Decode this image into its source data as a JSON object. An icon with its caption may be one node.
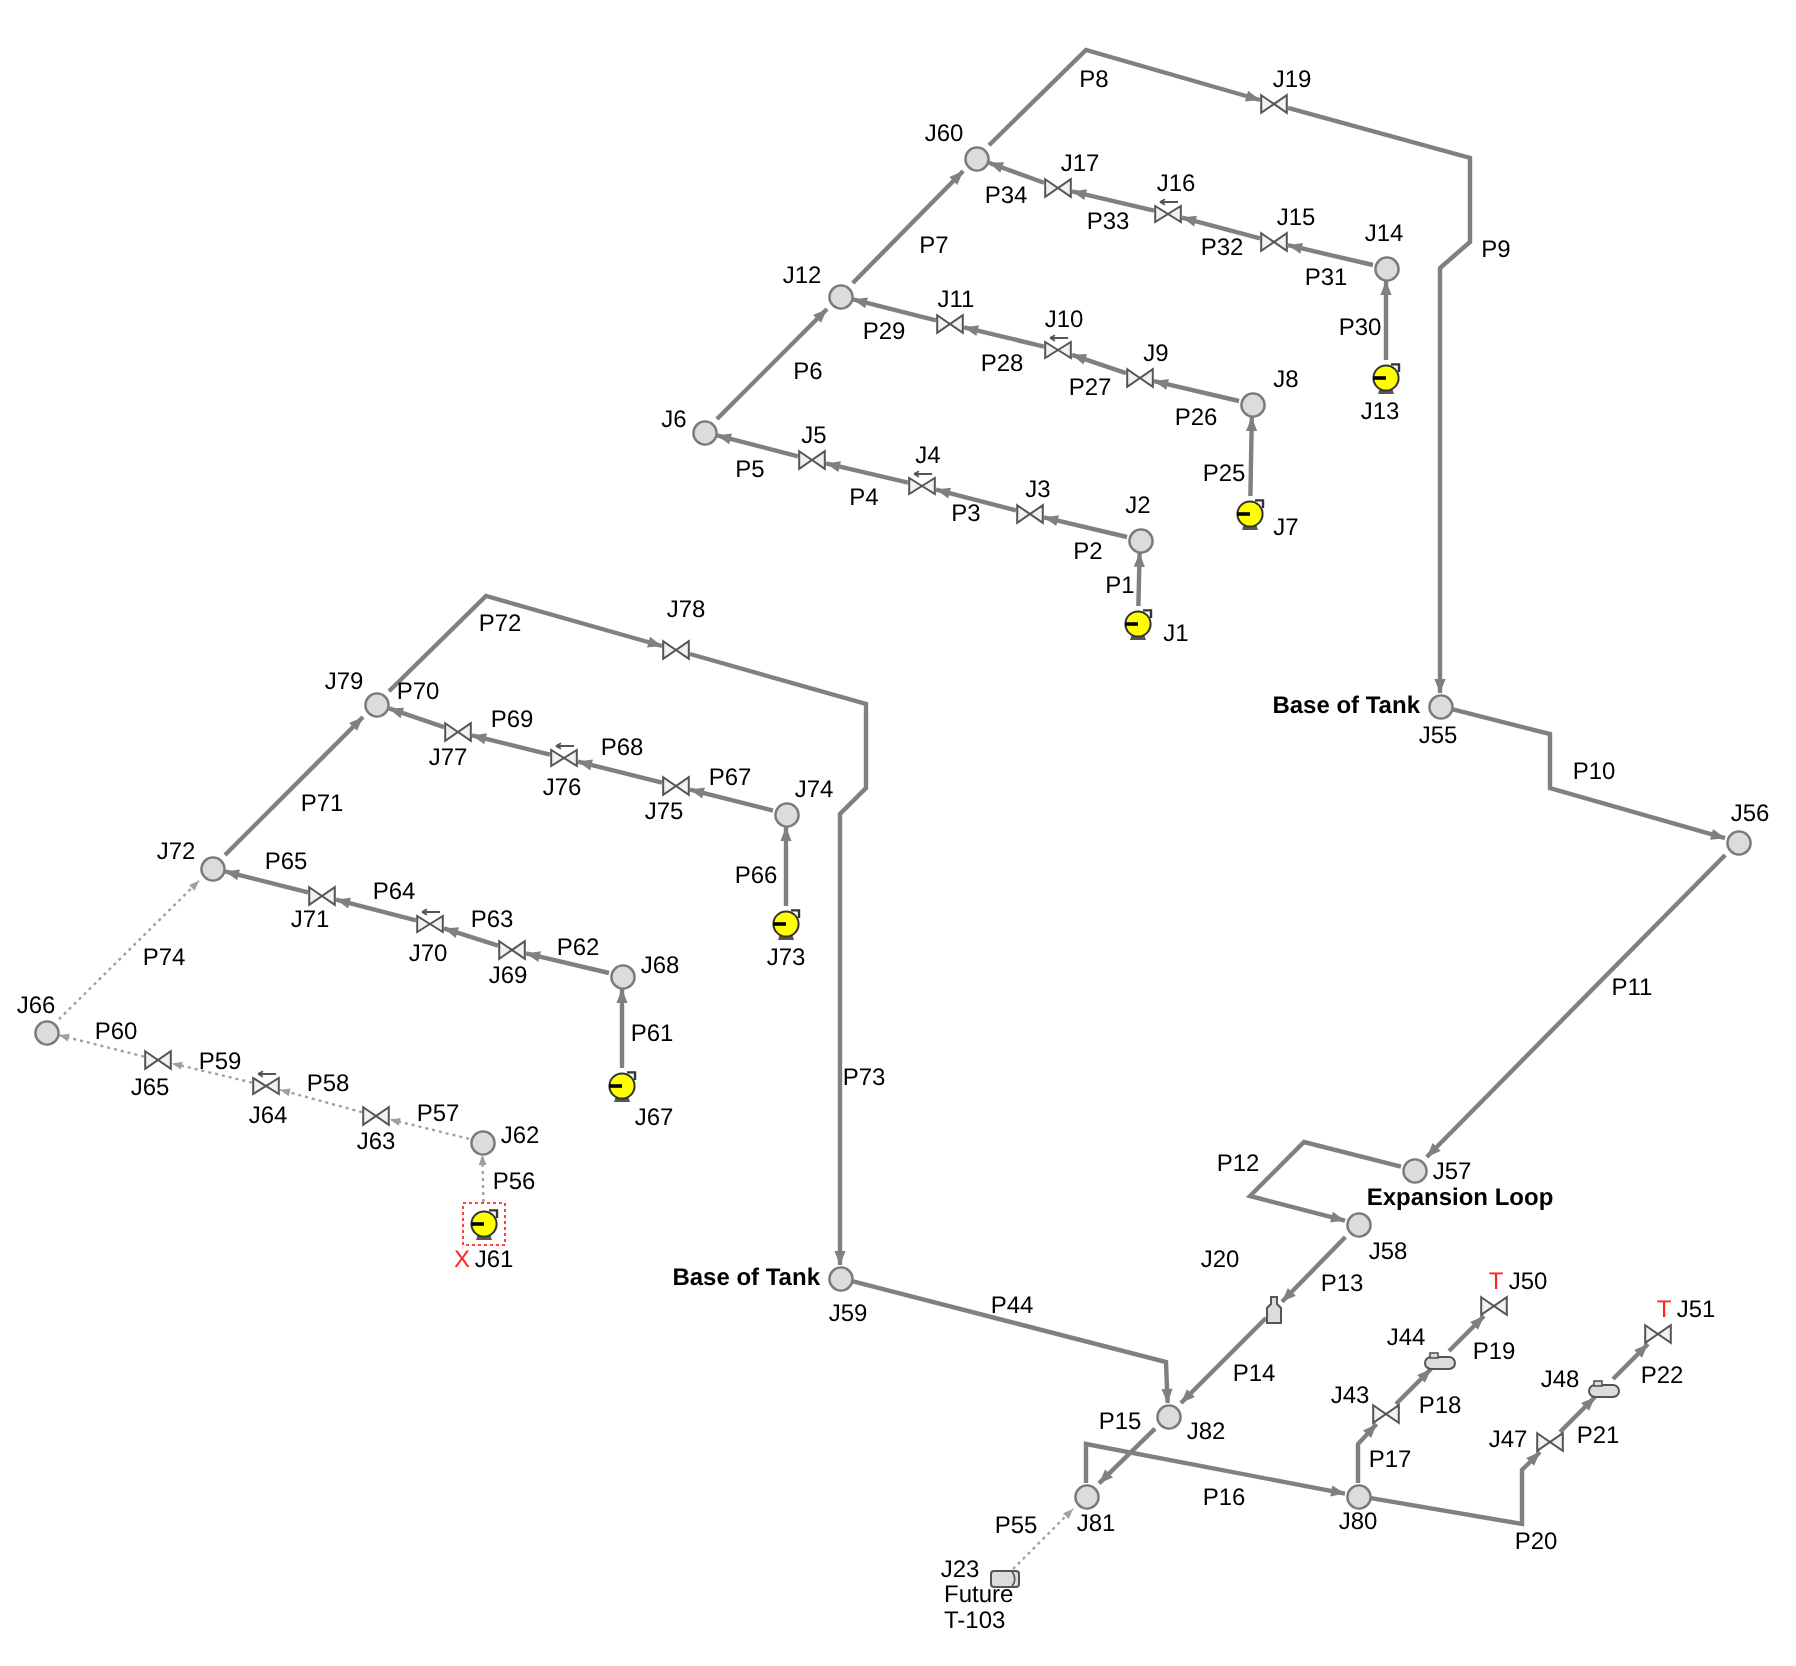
{
  "diagram": {
    "nodes": [
      {
        "text": [
          "J19"
        ]
      },
      {
        "text": [
          "J60"
        ]
      },
      {
        "text": [
          "J17"
        ]
      },
      {
        "text": [
          "J16"
        ]
      },
      {
        "text": [
          "J15"
        ]
      },
      {
        "text": [
          "J14"
        ]
      },
      {
        "text": [
          "J12"
        ]
      },
      {
        "text": [
          "J11"
        ]
      },
      {
        "text": [
          "J10"
        ]
      },
      {
        "text": [
          "J9"
        ]
      },
      {
        "text": [
          "J13"
        ]
      },
      {
        "text": [
          "J8"
        ]
      },
      {
        "text": [
          "J6"
        ]
      },
      {
        "text": [
          "J5"
        ]
      },
      {
        "text": [
          "J4"
        ]
      },
      {
        "text": [
          "J3"
        ]
      },
      {
        "text": [
          "J7"
        ]
      },
      {
        "text": [
          "J2"
        ]
      },
      {
        "text": [
          "J1"
        ]
      },
      {
        "text": [
          "J78"
        ]
      },
      {
        "text": [
          "J79"
        ]
      },
      {
        "text": [
          "J55"
        ],
        "beside": [
          "Base of Tank"
        ]
      },
      {
        "text": [
          "J77"
        ]
      },
      {
        "text": [
          "J76"
        ]
      },
      {
        "text": [
          "J75"
        ]
      },
      {
        "text": [
          "J74"
        ]
      },
      {
        "text": [
          "J56"
        ]
      },
      {
        "text": [
          "J72"
        ]
      },
      {
        "text": [
          "J71"
        ]
      },
      {
        "text": [
          "J70"
        ]
      },
      {
        "text": [
          "J73"
        ]
      },
      {
        "text": [
          "J69"
        ]
      },
      {
        "text": [
          "J68"
        ]
      },
      {
        "text": [
          "J66"
        ]
      },
      {
        "text": [
          "J65"
        ]
      },
      {
        "text": [
          "J64"
        ]
      },
      {
        "text": [
          "J67"
        ]
      },
      {
        "text": [
          "J63"
        ]
      },
      {
        "text": [
          "J62"
        ]
      },
      {
        "text": [
          "J57"
        ]
      },
      {
        "text": [
          "J61"
        ],
        "beside": [
          "X"
        ]
      },
      {
        "text": [
          "J58"
        ]
      },
      {
        "text": [
          "J59"
        ],
        "beside": [
          "Base of Tank"
        ]
      },
      {
        "text": [
          "J20"
        ]
      },
      {
        "text": [
          "J50"
        ],
        "beside": [
          "T"
        ]
      },
      {
        "text": [
          "J51"
        ],
        "beside": [
          "T"
        ]
      },
      {
        "text": [
          "J44"
        ]
      },
      {
        "text": [
          "J48"
        ]
      },
      {
        "text": [
          "J43"
        ]
      },
      {
        "text": [
          "J82"
        ]
      },
      {
        "text": [
          "J47"
        ]
      },
      {
        "text": [
          "J81"
        ]
      },
      {
        "text": [
          "J80"
        ]
      },
      {
        "text": [
          "J23"
        ],
        "beside": [
          "Future T-103"
        ]
      }
    ],
    "edges": [
      {
        "from": 18,
        "to": 17,
        "arrow": "to",
        "label": "P1"
      },
      {
        "from": 17,
        "to": 15,
        "arrow": "to",
        "label": "P2"
      },
      {
        "from": 15,
        "to": 14,
        "arrow": "to",
        "label": "P3"
      },
      {
        "from": 14,
        "to": 13,
        "arrow": "to",
        "label": "P4"
      },
      {
        "from": 13,
        "to": 12,
        "arrow": "to",
        "label": "P5"
      },
      {
        "from": 12,
        "to": 6,
        "arrow": "to",
        "label": "P6"
      },
      {
        "from": 6,
        "to": 1,
        "arrow": "to",
        "label": "P7"
      },
      {
        "from": 1,
        "to": 0,
        "arrow": "to",
        "label": "P8"
      },
      {
        "from": 0,
        "to": 21,
        "arrow": "to",
        "label": "P9"
      },
      {
        "from": 21,
        "to": 26,
        "arrow": "to",
        "label": "P10"
      },
      {
        "from": 26,
        "to": 39,
        "arrow": "to",
        "label": "P11"
      },
      {
        "from": 39,
        "to": 41,
        "arrow": "to",
        "label": "P12"
      },
      {
        "from": 41,
        "to": 43,
        "arrow": "to",
        "label": "P13"
      },
      {
        "from": 43,
        "to": 49,
        "arrow": "to",
        "label": "P14"
      },
      {
        "from": 49,
        "to": 51,
        "arrow": "to",
        "label": "P15"
      },
      {
        "from": 51,
        "to": 52,
        "arrow": "to",
        "label": "P16"
      },
      {
        "from": 52,
        "to": 48,
        "arrow": "to",
        "label": "P17"
      },
      {
        "from": 48,
        "to": 46,
        "arrow": "to",
        "label": "P18"
      },
      {
        "from": 46,
        "to": 44,
        "arrow": "to",
        "label": "P19"
      },
      {
        "from": 52,
        "to": 50,
        "arrow": "to",
        "label": "P20"
      },
      {
        "from": 50,
        "to": 47,
        "arrow": "to",
        "label": "P21"
      },
      {
        "from": 47,
        "to": 45,
        "arrow": "to",
        "label": "P22"
      },
      {
        "from": 16,
        "to": 11,
        "arrow": "to",
        "label": "P25"
      },
      {
        "from": 11,
        "to": 9,
        "arrow": "to",
        "label": "P26"
      },
      {
        "from": 9,
        "to": 8,
        "arrow": "to",
        "label": "P27"
      },
      {
        "from": 8,
        "to": 7,
        "arrow": "to",
        "label": "P28"
      },
      {
        "from": 7,
        "to": 6,
        "arrow": "to",
        "label": "P29"
      },
      {
        "from": 10,
        "to": 5,
        "arrow": "to",
        "label": "P30"
      },
      {
        "from": 5,
        "to": 4,
        "arrow": "to",
        "label": "P31"
      },
      {
        "from": 4,
        "to": 3,
        "arrow": "to",
        "label": "P32"
      },
      {
        "from": 3,
        "to": 2,
        "arrow": "to",
        "label": "P33"
      },
      {
        "from": 2,
        "to": 1,
        "arrow": "to",
        "label": "P34"
      },
      {
        "from": 42,
        "to": 49,
        "arrow": "to",
        "label": "P44"
      },
      {
        "from": 53,
        "to": 51,
        "arrow": "to",
        "label": "P55",
        "style": "dashed",
        "color": "#a0a0a0"
      },
      {
        "from": 40,
        "to": 38,
        "arrow": "to",
        "label": "P56",
        "style": "dashed",
        "color": "#a0a0a0"
      },
      {
        "from": 38,
        "to": 37,
        "arrow": "to",
        "label": "P57",
        "style": "dashed",
        "color": "#a0a0a0"
      },
      {
        "from": 37,
        "to": 35,
        "arrow": "to",
        "label": "P58",
        "style": "dashed",
        "color": "#a0a0a0"
      },
      {
        "from": 35,
        "to": 34,
        "arrow": "to",
        "label": "P59",
        "style": "dashed",
        "color": "#a0a0a0"
      },
      {
        "from": 34,
        "to": 33,
        "arrow": "to",
        "label": "P60",
        "style": "dashed",
        "color": "#a0a0a0"
      },
      {
        "from": 36,
        "to": 32,
        "arrow": "to",
        "label": "P61"
      },
      {
        "from": 32,
        "to": 31,
        "arrow": "to",
        "label": "P62"
      },
      {
        "from": 31,
        "to": 29,
        "arrow": "to",
        "label": "P63"
      },
      {
        "from": 29,
        "to": 28,
        "arrow": "to",
        "label": "P64"
      },
      {
        "from": 28,
        "to": 27,
        "arrow": "to",
        "label": "P65"
      },
      {
        "from": 30,
        "to": 25,
        "arrow": "to",
        "label": "P66"
      },
      {
        "from": 25,
        "to": 24,
        "arrow": "to",
        "label": "P67"
      },
      {
        "from": 24,
        "to": 23,
        "arrow": "to",
        "label": "P68"
      },
      {
        "from": 23,
        "to": 22,
        "arrow": "to",
        "label": "P69"
      },
      {
        "from": 22,
        "to": 20,
        "arrow": "to",
        "label": "P70"
      },
      {
        "from": 27,
        "to": 20,
        "arrow": "to",
        "label": "P71"
      },
      {
        "from": 20,
        "to": 19,
        "arrow": "to",
        "label": "P72"
      },
      {
        "from": 19,
        "to": 42,
        "arrow": "to",
        "label": "P73"
      },
      {
        "from": 33,
        "to": 27,
        "arrow": "to",
        "label": "P74",
        "style": "dashed",
        "color": "#a0a0a0"
      }
    ],
    "labels": [
      "Expansion Loop"
    ]
  }
}
